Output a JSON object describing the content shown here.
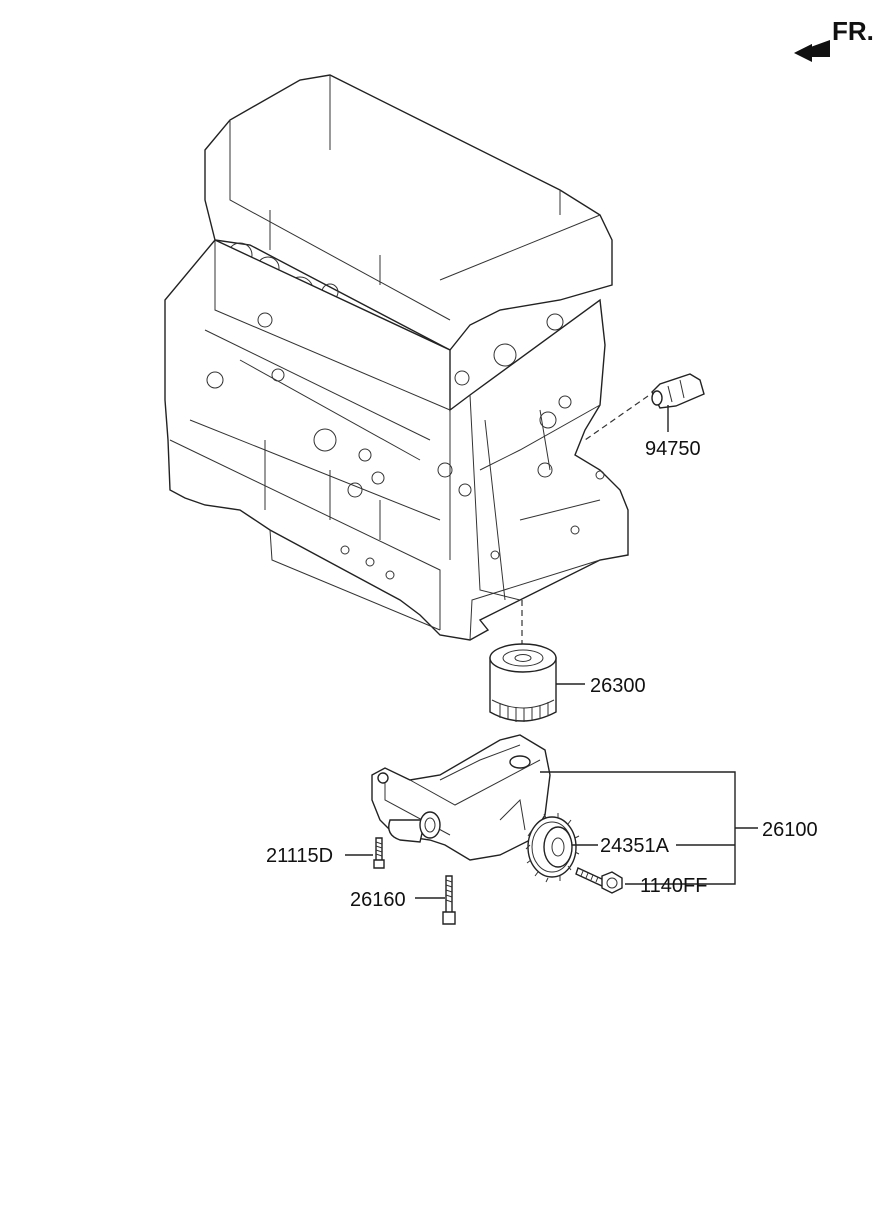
{
  "orientation": {
    "label": "FR."
  },
  "parts": {
    "oil_pressure_switch": "94750",
    "oil_filter": "26300",
    "oil_pump_assy": "26100",
    "gear": "24351A",
    "bolt_pump": "1140FF",
    "bolt_a": "21115D",
    "bolt_b": "26160"
  }
}
